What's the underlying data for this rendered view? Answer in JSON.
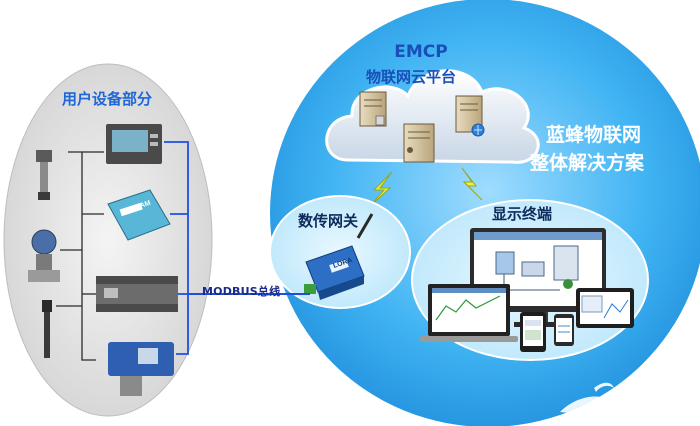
{
  "user_section": {
    "title": "用户设备部分"
  },
  "cloud": {
    "title_line1": "EMCP",
    "title_line2": "物联网云平台"
  },
  "solution": {
    "line1": "蓝蜂物联网",
    "line2": "整体解决方案"
  },
  "gateway": {
    "title": "数传网关",
    "device_brand": "LORA"
  },
  "terminals": {
    "title": "显示终端"
  },
  "bus": {
    "label": "MODBUS总线"
  },
  "devices": {
    "io_module_brand": "ADAM"
  }
}
